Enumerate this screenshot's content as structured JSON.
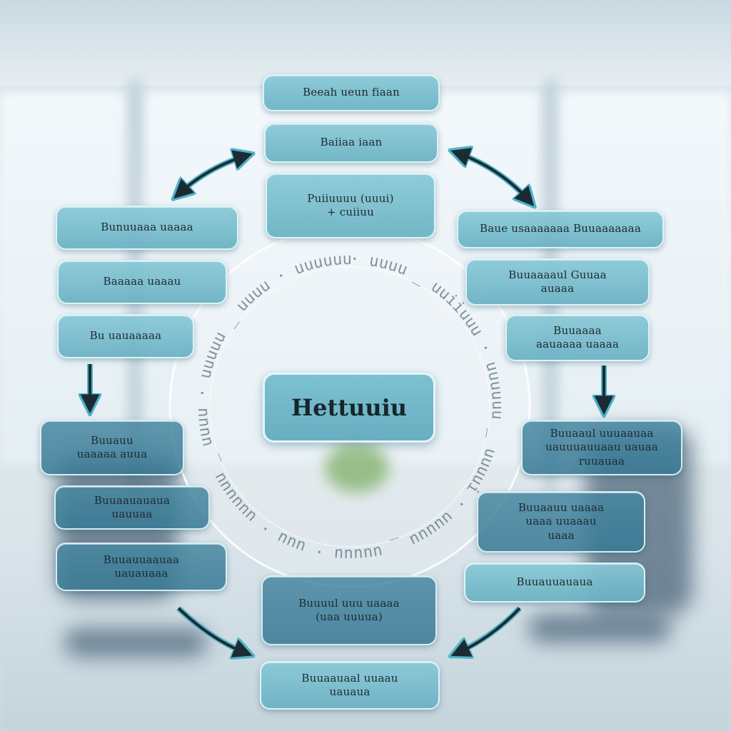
{
  "diagram": {
    "center": "Hettuuiu",
    "top": [
      "Beeah ueun fiaan",
      "Baiiaa iaan",
      "Puiiuuuu (uuui)\n+ cuiiuu"
    ],
    "left": [
      "Bunuuaaa uaaaa",
      "Baaaaa uaaau",
      "Bu uauaaaaa"
    ],
    "right": [
      "Baue usaaaaaaa Buuaaaaaaa",
      "Buuaaaaul Guuaa\nauaaa",
      "Buuaaaa\naauaaaa uaaaa"
    ],
    "lower_left": [
      "Buuauu\nuaaaaa auua",
      "Buuaauauaua\nuauuaa",
      "Buuauuaauaa\nuauauaaa"
    ],
    "lower_right": [
      "Buuaaul uuuaauaa\nuauuuauuaau uauaa\nruuauaa",
      "Buuaauu uaaaa\nuaaa uuaaau\nuaaa",
      "Buuauuauaua"
    ],
    "bottom": [
      "Buuuul uuu uaaaa\n(uaa uuuua)",
      "Buuaauaal uuaau\nuauaua"
    ],
    "ring_text": "· uuuu _ uuiiuuu · uuuuuu _ uuuui · uuuuu _ uuuuu · uuu · uuuuuu _ uuuu · uuuuu _ uuuu · uuuuuuu"
  },
  "colors": {
    "box_fill": "#7fc2d2",
    "box_border": "#e6f8fc",
    "arrow": "#1c2b33",
    "arrow_outline": "#4fb3c9",
    "ring": "#ffffff"
  }
}
